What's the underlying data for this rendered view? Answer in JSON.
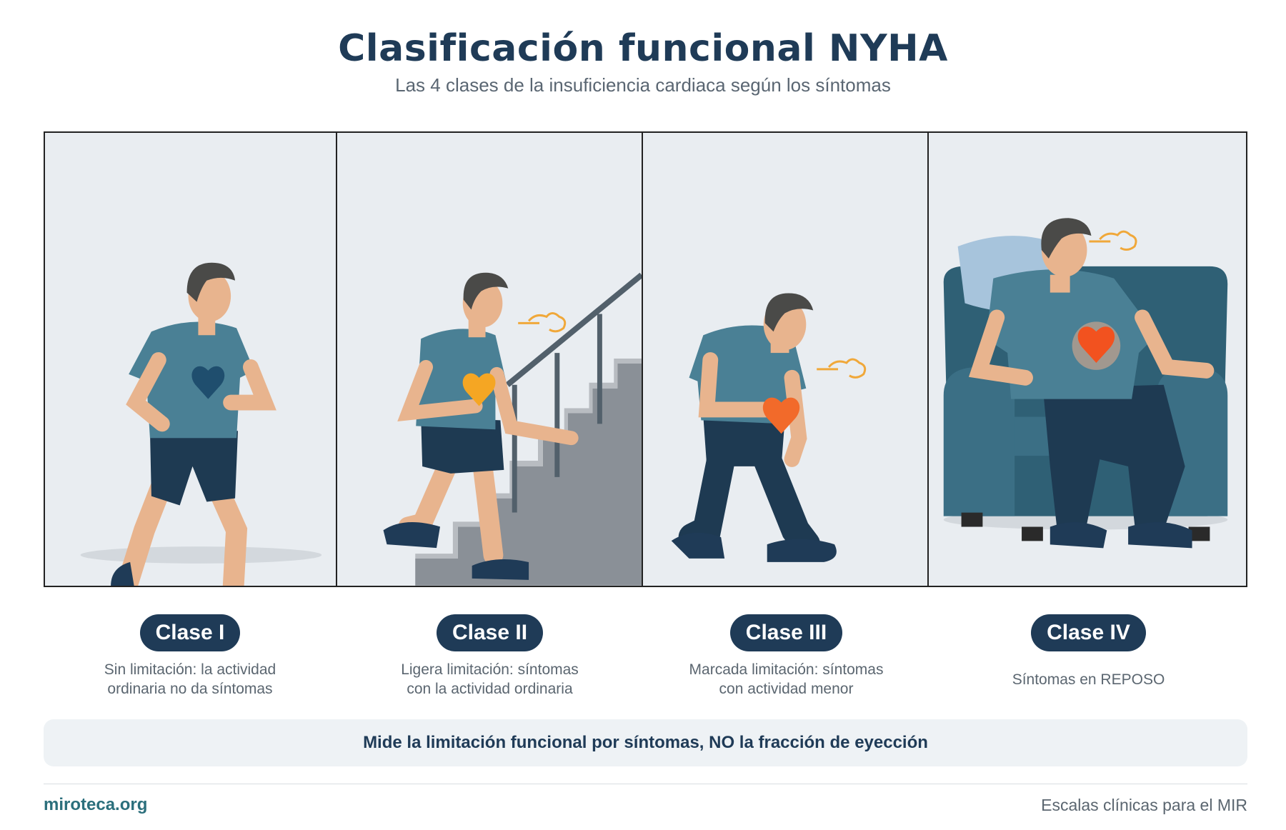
{
  "header": {
    "title": "Clasificación funcional NYHA",
    "subtitle": "Las 4 clases de la insuficiencia cardiaca según los síntomas"
  },
  "classes": [
    {
      "label": "Clase I",
      "desc_line1": "Sin limitación: la actividad",
      "desc_line2": "ordinaria no da síntomas",
      "scene": "jogging-man",
      "heart_color": "#1f4e6e"
    },
    {
      "label": "Clase II",
      "desc_line1": "Ligera limitación: síntomas",
      "desc_line2": "con la actividad ordinaria",
      "scene": "man-climbing-stairs",
      "heart_color": "#f5a623"
    },
    {
      "label": "Clase III",
      "desc_line1": "Marcada limitación: síntomas",
      "desc_line2": "con actividad menor",
      "scene": "man-bent-breathless",
      "heart_color": "#f26a2a"
    },
    {
      "label": "Clase IV",
      "desc_line1": "Síntomas en REPOSO",
      "desc_line2": "",
      "scene": "man-resting-armchair",
      "heart_color": "#f2521f"
    }
  ],
  "note": "Mide la limitación funcional por síntomas, NO la fracción de eyección",
  "footer": {
    "site": "miroteca.org",
    "tagline": "Escalas clínicas para el MIR"
  },
  "colors": {
    "title": "#1f3b57",
    "pill": "#1f3b57",
    "site_link": "#2b6f7c",
    "shirt": "#4a8095",
    "shorts": "#1e3a52"
  }
}
